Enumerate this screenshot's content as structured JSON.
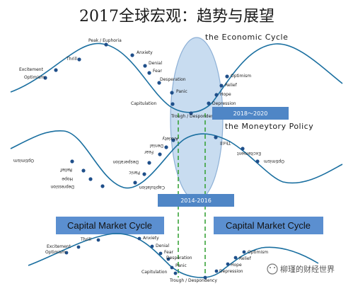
{
  "title": "2017全球宏观：趋势与展望",
  "economic_cycle": {
    "heading": "the Economic Cycle",
    "labels": [
      "Peak / Euphoria",
      "Anxiety",
      "Thrill",
      "Denial",
      "Excitement",
      "Fear",
      "Optimism",
      "Desperation",
      "Panic",
      "Capitulation",
      "Trough / Despondency",
      "Depression",
      "Hope",
      "Relief",
      "Optimism"
    ]
  },
  "monetary_policy": {
    "heading": "the Moneytory Policy",
    "labels": [
      "Anxiety",
      "Denial",
      "Fear",
      "Desperation",
      "Panic",
      "Capitulation",
      "Depression",
      "Hope",
      "Relief",
      "Optimism",
      "Thrill",
      "Excitement",
      "Optimism"
    ]
  },
  "date_boxes": {
    "box_2018": "2018～2020",
    "box_2014": "2014-2016"
  },
  "capital_market": {
    "left_box": "Capital Market Cycle",
    "right_box": "Capital Market Cycle",
    "labels": [
      "Thrill",
      "Anxiety",
      "Excitement",
      "Denial",
      "Optimism",
      "Fear",
      "Desperation",
      "Panic",
      "Capitulation",
      "Trough / Despondency",
      "Depression",
      "Hope",
      "Relief",
      "Optimism"
    ]
  },
  "watermark": "柳瑾的财经世界",
  "colors": {
    "curve": "#1a6fa0",
    "dot": "#1f4f8a",
    "box": "#4f86c6",
    "ellipse": "#bfd6ee",
    "dash": "#3aa33a"
  }
}
